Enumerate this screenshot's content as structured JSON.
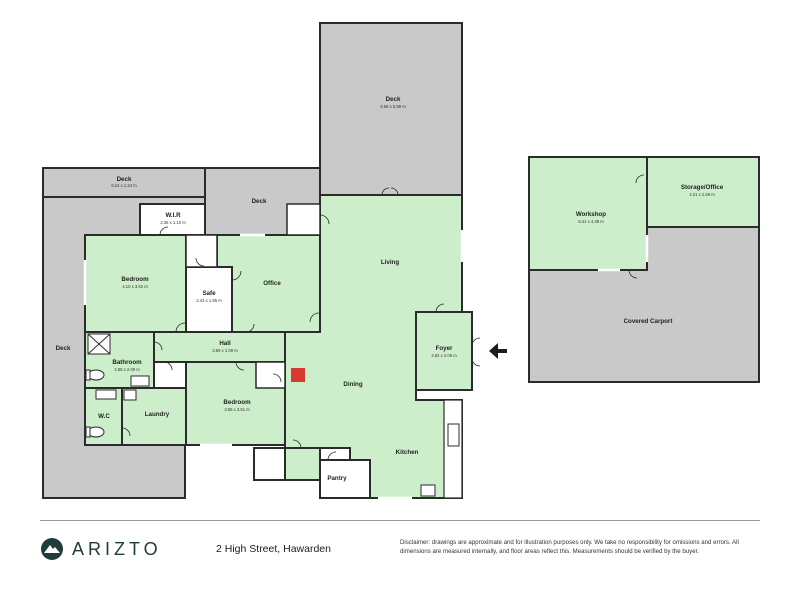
{
  "colors": {
    "interior": "#cdeecb",
    "exterior": "#c9c9c9",
    "wall": "#2b2b2b",
    "safe": "#ffffff",
    "marker": "#d83a32",
    "brand": "#1f3b3a"
  },
  "rooms": {
    "deck_top": {
      "name": "Deck",
      "dim": "6.58 x 5.99 m"
    },
    "deck_left": {
      "name": "Deck",
      "dim": "6.24 x 1.24 m"
    },
    "deck_mid": {
      "name": "Deck"
    },
    "deck_side": {
      "name": "Deck"
    },
    "wir": {
      "name": "W.I.R",
      "dim": "2.35 x 1.10 m"
    },
    "bedroom1": {
      "name": "Bedroom",
      "dim": "4.10 x 3.62 m"
    },
    "safe": {
      "name": "Safe",
      "dim": "2.43 x 1.85 m"
    },
    "office": {
      "name": "Office"
    },
    "living": {
      "name": "Living"
    },
    "foyer": {
      "name": "Foyer",
      "dim": "2.82 x 2.05 m"
    },
    "hall": {
      "name": "Hall",
      "dim": "3.69 x 1.09 m"
    },
    "bathroom": {
      "name": "Bathroom",
      "dim": "2.85 x 2.09 m"
    },
    "wc": {
      "name": "W.C"
    },
    "laundry": {
      "name": "Laundry"
    },
    "bedroom2": {
      "name": "Bedroom",
      "dim": "3.69 x 3.51 m"
    },
    "dining": {
      "name": "Dining"
    },
    "kitchen": {
      "name": "Kitchen"
    },
    "pantry": {
      "name": "Pantry"
    },
    "workshop": {
      "name": "Workshop",
      "dim": "6.41 x 4.39 m"
    },
    "storage": {
      "name": "Storage/Office",
      "dim": "4.21 x 2.59 m"
    },
    "carport": {
      "name": "Covered Carport"
    }
  },
  "footer": {
    "brand": "ARIZTO",
    "address": "2 High Street, Hawarden",
    "disclaimer": "Disclaimer: drawings are approximate and for illustration purposes only. We take no responsibility for omissions and errors. All dimensions are measured internally, and floor areas reflect this. Measurements should be verified by the buyer."
  }
}
